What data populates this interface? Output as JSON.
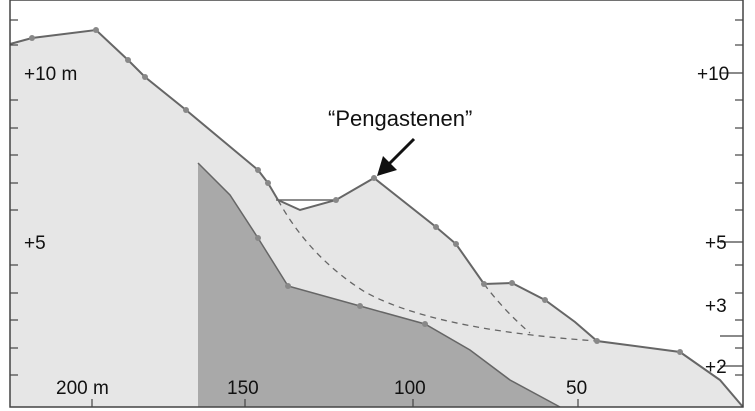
{
  "diagram": {
    "annotation": {
      "text": "“Pengastenen”"
    },
    "left_axis_labels": [
      "+10 m",
      "+5"
    ],
    "right_axis_labels": [
      "+10",
      "+5",
      "+3",
      "+2"
    ],
    "bottom_axis_labels": [
      "200 m",
      "150",
      "100",
      "50"
    ],
    "colors": {
      "background": "#ffffff",
      "sediment_fill": "#e6e6e6",
      "bedrock_fill": "#a9a9a9",
      "profile_line": "#666666",
      "dashed_line": "#666666",
      "survey_point": "#888888",
      "frame": "#444444",
      "text": "#111111"
    }
  }
}
